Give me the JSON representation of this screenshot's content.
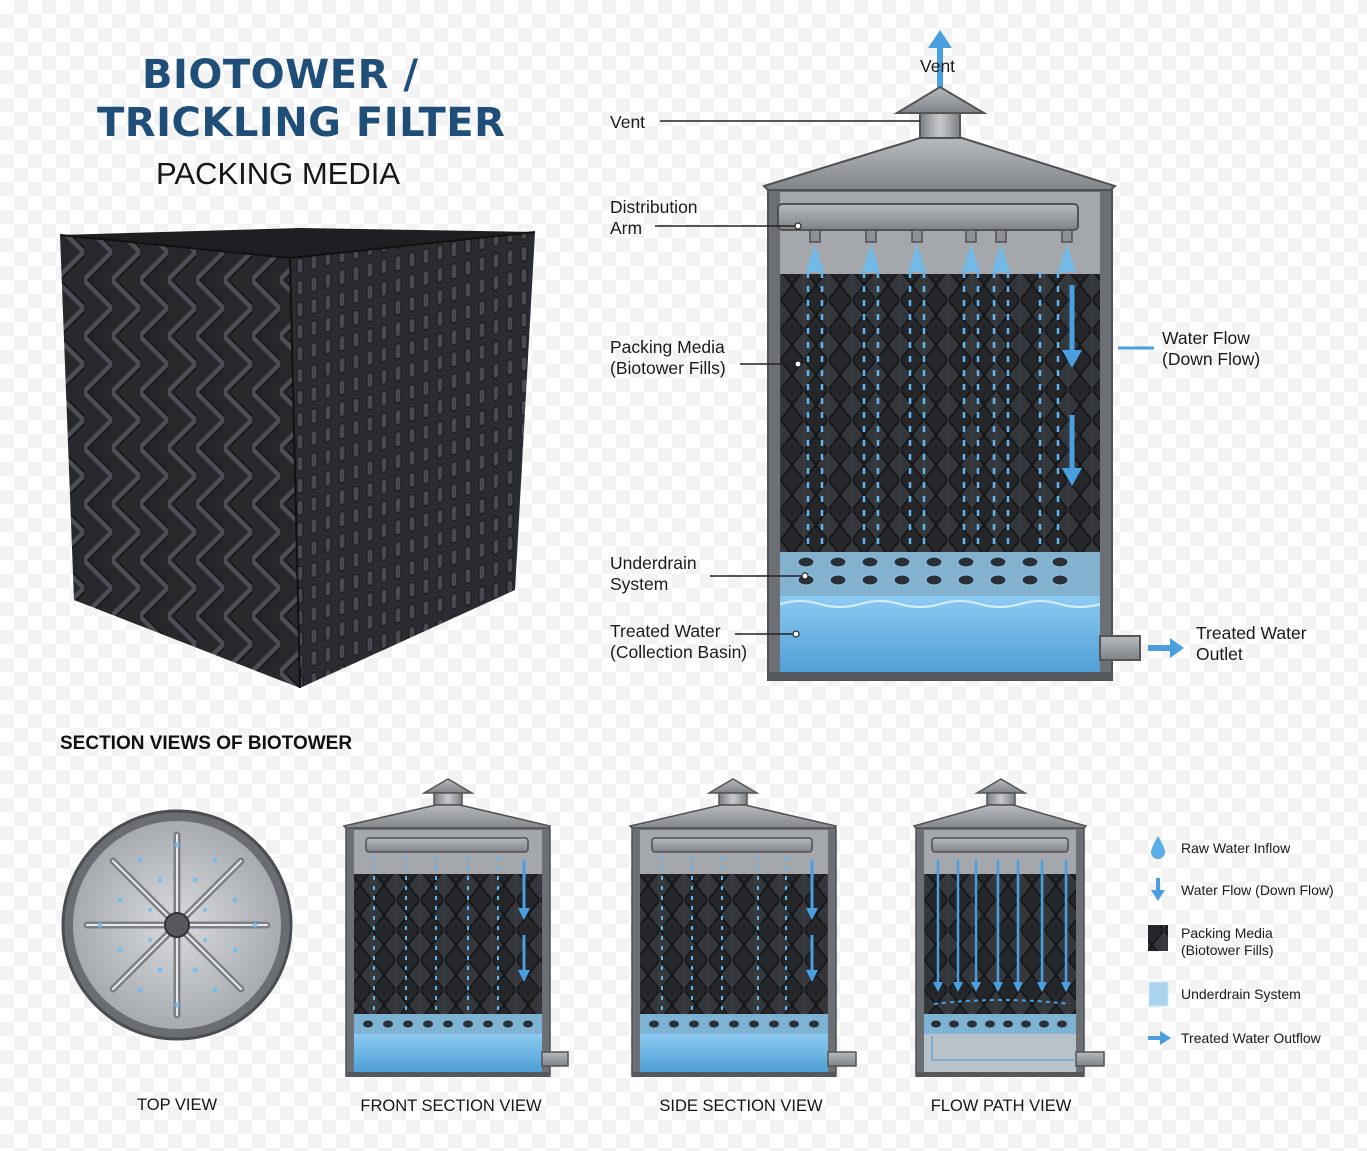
{
  "header": {
    "title_line1": "BIOTOWER /",
    "title_line2": "TRICKLING FILTER",
    "subtitle": "PACKING MEDIA"
  },
  "main_diagram": {
    "labels": {
      "vent_top": "Vent",
      "vent": "Vent",
      "distribution_arm": [
        "Distribution",
        "Arm"
      ],
      "packing_media": [
        "Packing Media",
        "(Biotower Fills)"
      ],
      "underdrain": [
        "Underdrain",
        "System"
      ],
      "treated_water": [
        "Treated Water",
        "(Collection Basin)"
      ],
      "water_flow": [
        "Water Flow",
        "(Down Flow)"
      ],
      "outlet": [
        "Treated Water",
        "Outlet"
      ]
    }
  },
  "section_views": {
    "heading": "SECTION VIEWS OF BIOTOWER",
    "captions": [
      "TOP VIEW",
      "FRONT SECTION VIEW",
      "SIDE SECTION VIEW",
      "FLOW PATH VIEW"
    ]
  },
  "legend": {
    "items": [
      {
        "icon": "droplet-icon",
        "label": [
          "Raw Water Inflow"
        ]
      },
      {
        "icon": "down-arrow-icon",
        "label": [
          "Water Flow (Down Flow)"
        ]
      },
      {
        "icon": "packing-media-swatch",
        "label": [
          "Packing Media",
          "(Biotower Fills)"
        ]
      },
      {
        "icon": "underdrain-swatch",
        "label": [
          "Underdrain System"
        ]
      },
      {
        "icon": "right-arrow-icon",
        "label": [
          "Treated Water Outflow"
        ]
      }
    ]
  },
  "colors": {
    "title_blue": "#1f4e79",
    "water_blue": "#5aade6",
    "steel_gray": "#8e9297",
    "media_black": "#222428"
  }
}
